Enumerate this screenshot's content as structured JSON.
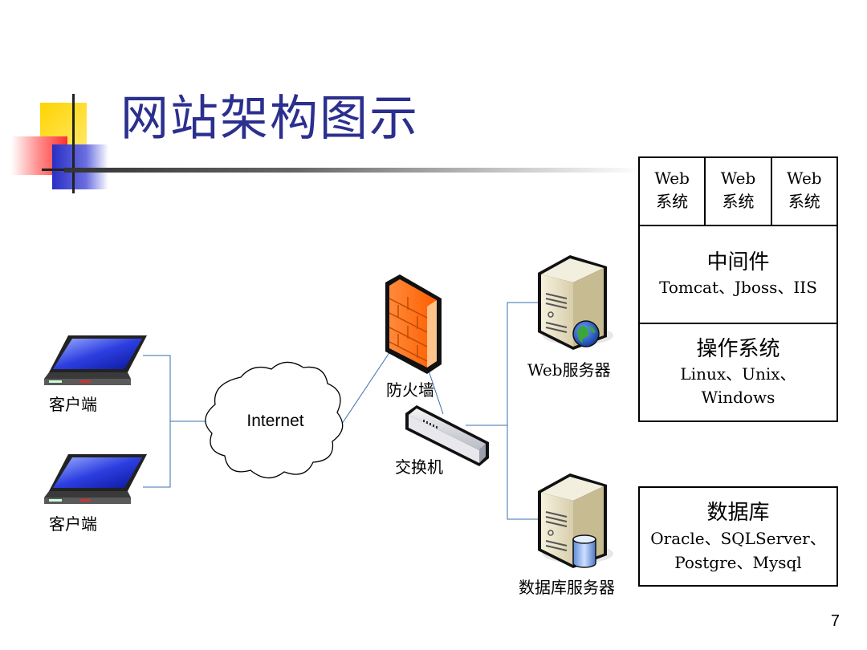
{
  "title": "网站架构图示",
  "page_number": "7",
  "nodes": {
    "client_1": "客户端",
    "client_2": "客户端",
    "internet": "Internet",
    "firewall": "防火墙",
    "switch": "交换机",
    "web_server": "Web服务器",
    "db_server": "数据库服务器"
  },
  "stack_table": {
    "web_systems": [
      {
        "line1": "Web",
        "line2": "系统"
      },
      {
        "line1": "Web",
        "line2": "系统"
      },
      {
        "line1": "Web",
        "line2": "系统"
      }
    ],
    "middleware": {
      "title": "中间件",
      "items": "Tomcat、Jboss、IIS"
    },
    "os": {
      "title": "操作系统",
      "items_line1": "Linux、Unix、",
      "items_line2": "Windows"
    }
  },
  "database_box": {
    "title": "数据库",
    "items_line1": "Oracle、SQLServer、",
    "items_line2": "Postgre、Mysql"
  },
  "colors": {
    "title": "#2b2f8e",
    "connector": "#3a6fb0"
  },
  "icons": [
    "laptop-icon",
    "cloud-icon",
    "firewall-icon",
    "switch-icon",
    "server-globe-icon",
    "server-database-icon"
  ]
}
